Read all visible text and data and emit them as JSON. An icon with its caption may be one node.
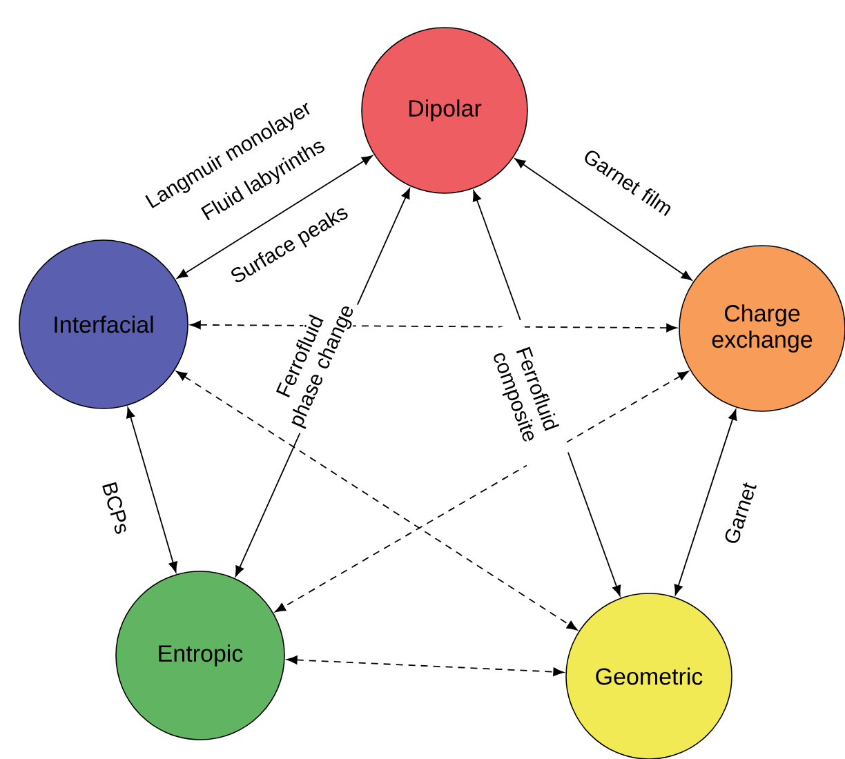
{
  "diagram": {
    "nodes": [
      {
        "text": [
          "Dipolar"
        ]
      },
      {
        "text": [
          "Interfacial"
        ]
      },
      {
        "text": [
          "Charge exchange"
        ]
      },
      {
        "text": [
          "Entropic"
        ]
      },
      {
        "text": [
          "Geometric"
        ]
      }
    ],
    "edges": [
      {
        "from": 1,
        "to": 0,
        "arrow": "both"
      },
      {
        "from": 0,
        "to": 2,
        "arrow": "both",
        "label": "Garnet film"
      },
      {
        "from": 1,
        "to": 2,
        "arrow": "both",
        "style": "dashed"
      },
      {
        "from": 0,
        "to": 3,
        "arrow": "both",
        "label": "Ferrofluid phase change"
      },
      {
        "from": 0,
        "to": 4,
        "arrow": "both",
        "label": "Ferrofluid composite"
      },
      {
        "from": 1,
        "to": 3,
        "arrow": "both",
        "label": "BCPs"
      },
      {
        "from": 1,
        "to": 4,
        "arrow": "both",
        "style": "dashed"
      },
      {
        "from": 2,
        "to": 3,
        "arrow": "both",
        "style": "dashed"
      },
      {
        "from": 2,
        "to": 4,
        "arrow": "both",
        "label": "Garnet"
      },
      {
        "from": 3,
        "to": 4,
        "arrow": "both",
        "style": "dashed"
      }
    ],
    "labels": [
      "Langmuir monolayer",
      "Fluid labyrinths",
      "Surface peaks"
    ]
  }
}
